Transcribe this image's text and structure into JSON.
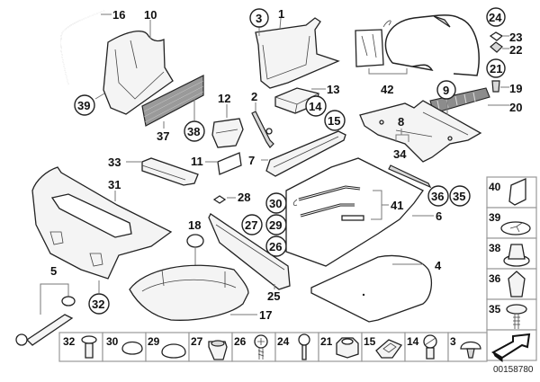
{
  "diagram": {
    "title": "Trunk trim parts diagram",
    "catalog_number": "00158780",
    "plain_labels": [
      "1",
      "2",
      "4",
      "5",
      "6",
      "7",
      "8",
      "10",
      "11",
      "12",
      "13",
      "16",
      "17",
      "18",
      "19",
      "20",
      "22",
      "23",
      "25",
      "28",
      "31",
      "33",
      "34",
      "37",
      "41",
      "42"
    ],
    "circled_labels": [
      "3",
      "9",
      "14",
      "15",
      "21",
      "24",
      "26",
      "27",
      "29",
      "30",
      "32",
      "35",
      "36",
      "38",
      "39"
    ],
    "parts": {
      "p1": "1",
      "p2": "2",
      "p3": "3",
      "p4": "4",
      "p5": "5",
      "p6": "6",
      "p7": "7",
      "p8": "8",
      "p9": "9",
      "p10": "10",
      "p11": "11",
      "p12": "12",
      "p13": "13",
      "p14": "14",
      "p15": "15",
      "p16": "16",
      "p17": "17",
      "p18": "18",
      "p19": "19",
      "p20": "20",
      "p21": "21",
      "p22": "22",
      "p23": "23",
      "p24": "24",
      "p25": "25",
      "p26": "26",
      "p27": "27",
      "p28": "28",
      "p29": "29",
      "p30": "30",
      "p31": "31",
      "p32": "32",
      "p33": "33",
      "p34": "34",
      "p35": "35",
      "p36": "36",
      "p37": "37",
      "p38": "38",
      "p39": "39",
      "p41": "41",
      "p42": "42"
    },
    "fastener_bottom_row": [
      {
        "label": "32",
        "icon": "push-rivet-icon"
      },
      {
        "label": "30",
        "icon": "cap-plug-icon"
      },
      {
        "label": "29",
        "icon": "cap-plug-large-icon"
      },
      {
        "label": "27",
        "icon": "grommet-icon"
      },
      {
        "label": "26",
        "icon": "screw-icon"
      },
      {
        "label": "24",
        "icon": "bolt-icon"
      },
      {
        "label": "21",
        "icon": "nut-icon"
      },
      {
        "label": "15",
        "icon": "clip-nut-icon"
      },
      {
        "label": "14",
        "icon": "slotted-screw-icon"
      },
      {
        "label": "3",
        "icon": "expanding-rivet-icon"
      }
    ],
    "fastener_right_column": [
      {
        "label": "40",
        "icon": "bracket-clip-icon"
      },
      {
        "label": "39",
        "icon": "star-washer-icon"
      },
      {
        "label": "38",
        "icon": "knob-fastener-icon"
      },
      {
        "label": "36",
        "icon": "spreading-nut-icon"
      },
      {
        "label": "35",
        "icon": "collar-screw-icon"
      }
    ],
    "nav_arrow": "arrow-icon"
  }
}
